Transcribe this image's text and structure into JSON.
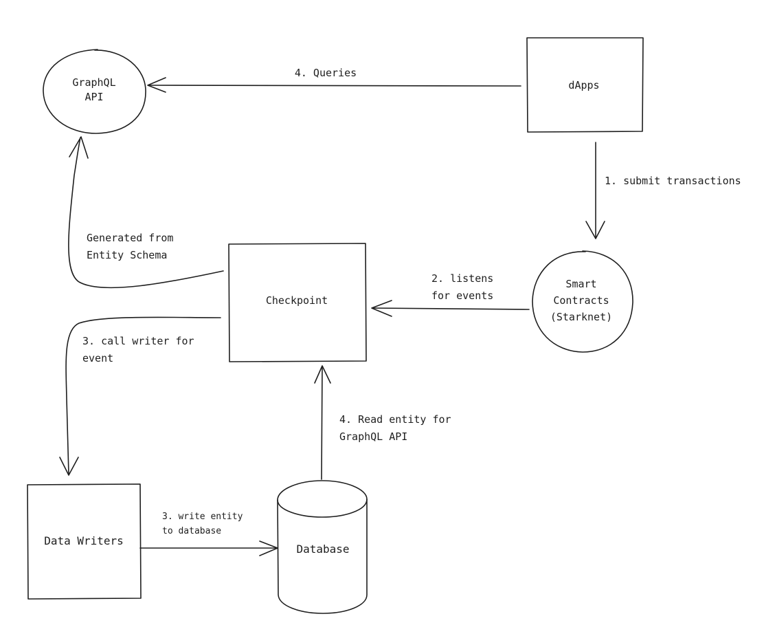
{
  "nodes": {
    "graphql": {
      "line1": "GraphQL",
      "line2": "API"
    },
    "dapps": {
      "label": "dApps"
    },
    "smart_contracts": {
      "line1": "Smart",
      "line2": "Contracts",
      "line3": "(Starknet)"
    },
    "checkpoint": {
      "label": "Checkpoint"
    },
    "data_writers": {
      "label": "Data Writers"
    },
    "database": {
      "label": "Database"
    }
  },
  "edges": {
    "queries": {
      "label": "4. Queries"
    },
    "submit": {
      "label": "1. submit transactions"
    },
    "listens": {
      "line1": "2. listens",
      "line2": "for events"
    },
    "generated": {
      "line1": "Generated from",
      "line2": "Entity Schema"
    },
    "call_writer": {
      "line1": "3. call writer for",
      "line2": "event"
    },
    "write_entity": {
      "line1": "3. write entity",
      "line2": "to database"
    },
    "read_entity": {
      "line1": "4. Read entity for",
      "line2": "GraphQL API"
    }
  },
  "colors": {
    "stroke": "#1e1e1e",
    "background": "#ffffff"
  }
}
